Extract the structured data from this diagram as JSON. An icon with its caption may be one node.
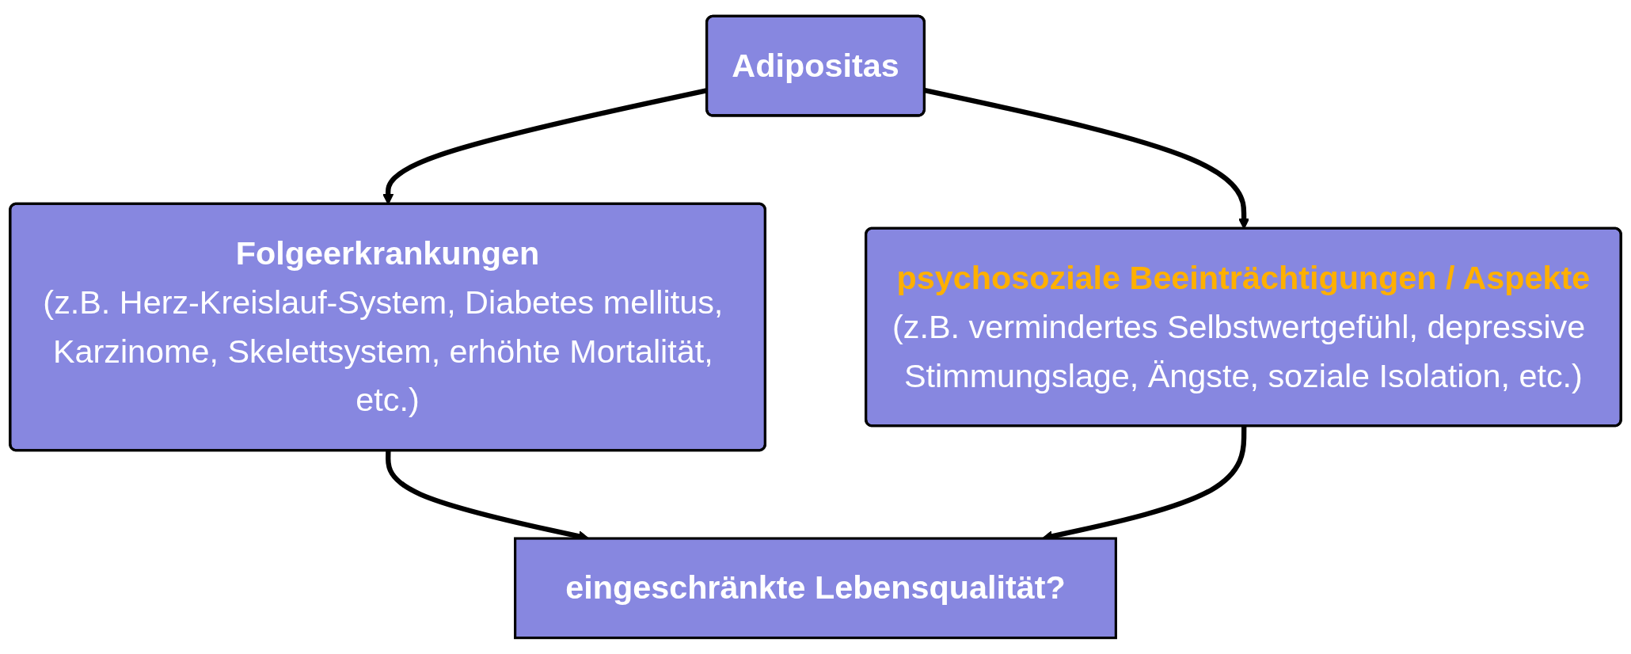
{
  "diagram": {
    "nodes": [
      {
        "text": [
          "Adipositas"
        ]
      },
      {
        "text": [
          "Folgeerkrankungen",
          "(z.B. Herz-Kreislauf-System, Diabetes mellitus, Karzinome, Skelettsystem, erhöhte Mortalität, etc.)"
        ]
      },
      {
        "text": [
          "psychosoziale Beeinträchtigungen / Aspekte",
          "(z.B. vermindertes Selbstwertgefühl, depressive Stimmungslage, Ängste, soziale Isolation, etc.)"
        ]
      },
      {
        "text": [
          "eingeschränkte Lebensqualität?"
        ]
      }
    ],
    "edges": [
      {
        "from": 0,
        "to": 1,
        "arrow": "to"
      },
      {
        "from": 0,
        "to": 2,
        "arrow": "to"
      },
      {
        "from": 1,
        "to": 3,
        "arrow": "to"
      },
      {
        "from": 2,
        "to": 3,
        "arrow": "to"
      }
    ]
  }
}
